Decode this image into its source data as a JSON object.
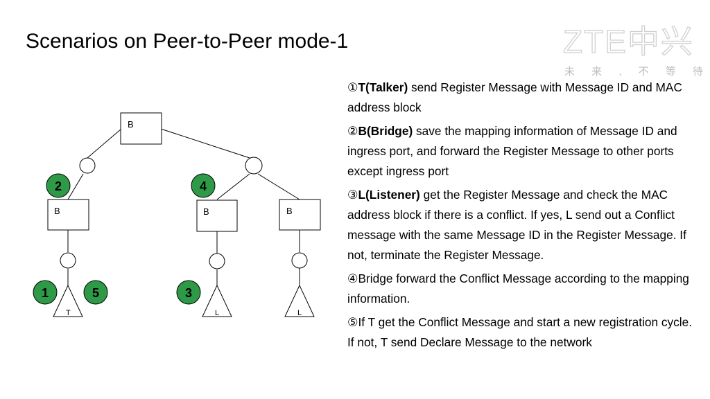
{
  "slide": {
    "title": "Scenarios on Peer-to-Peer mode-1",
    "logo": {
      "main": "ZTE中兴",
      "tagline": "未 来 , 不 等 待"
    }
  },
  "diagram": {
    "bridges": [
      "B",
      "B",
      "B",
      "B"
    ],
    "endpoints": [
      "T",
      "L",
      "L"
    ],
    "steps": [
      "1",
      "2",
      "3",
      "4",
      "5"
    ],
    "colors": {
      "step_fill": "#2e9a47",
      "line": "#000000"
    }
  },
  "paragraphs": [
    {
      "num": "①",
      "bold": "T(Talker)",
      "rest": " send Register Message with Message ID and MAC address block"
    },
    {
      "num": "②",
      "bold": "B(Bridge)",
      "rest": " save the mapping information of Message ID and ingress port, and forward the Register Message to other ports except ingress port"
    },
    {
      "num": "③",
      "bold": "L(Listener)",
      "rest": " get the Register Message and check the MAC address block if there is a conflict. If yes, L send out a Conflict message with the same Message ID in the Register Message. If not, terminate the Register Message."
    },
    {
      "num": "④",
      "bold": "",
      "rest": "Bridge forward the Conflict Message according to the mapping information."
    },
    {
      "num": "⑤",
      "bold": "",
      "rest": "If T get the Conflict Message and start a new registration cycle.  If not, T send Declare Message to the network"
    }
  ]
}
